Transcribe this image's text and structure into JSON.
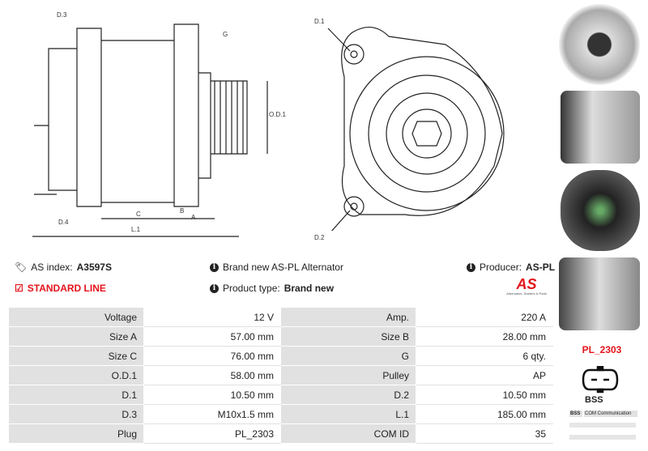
{
  "drawing": {
    "labels": {
      "d3": "D.3",
      "g": "G",
      "od1": "O.D.1",
      "d4": "D.4",
      "c": "C",
      "b": "B",
      "a": "A",
      "l1": "L.1",
      "d1": "D.1",
      "d2": "D.2"
    }
  },
  "info": {
    "as_index_label": "AS index:",
    "as_index": "A3597S",
    "standard_line": "STANDARD LINE",
    "brand_new": "Brand new AS-PL Alternator",
    "product_type_label": "Product type:",
    "product_type": "Brand new",
    "producer_label": "Producer:",
    "producer": "AS-PL",
    "logo_text": "AS",
    "logo_tagline": "Alternators, Starters & Parts"
  },
  "specs": [
    [
      "Voltage",
      "12 V",
      "Amp.",
      "220 A"
    ],
    [
      "Size A",
      "57.00 mm",
      "Size B",
      "28.00 mm"
    ],
    [
      "Size C",
      "76.00 mm",
      "G",
      "6 qty."
    ],
    [
      "O.D.1",
      "58.00 mm",
      "Pulley",
      "AP"
    ],
    [
      "D.1",
      "10.50 mm",
      "D.2",
      "10.50 mm"
    ],
    [
      "D.3",
      "M10x1.5 mm",
      "L.1",
      "185.00 mm"
    ],
    [
      "Plug",
      "PL_2303",
      "COM ID",
      "35"
    ]
  ],
  "plug": {
    "code": "PL_2303",
    "type": "BSS",
    "legend_key": "BSS",
    "legend_value": "COM Communication"
  },
  "colors": {
    "accent": "#e3141b",
    "label_bg": "#e1e1e1"
  }
}
